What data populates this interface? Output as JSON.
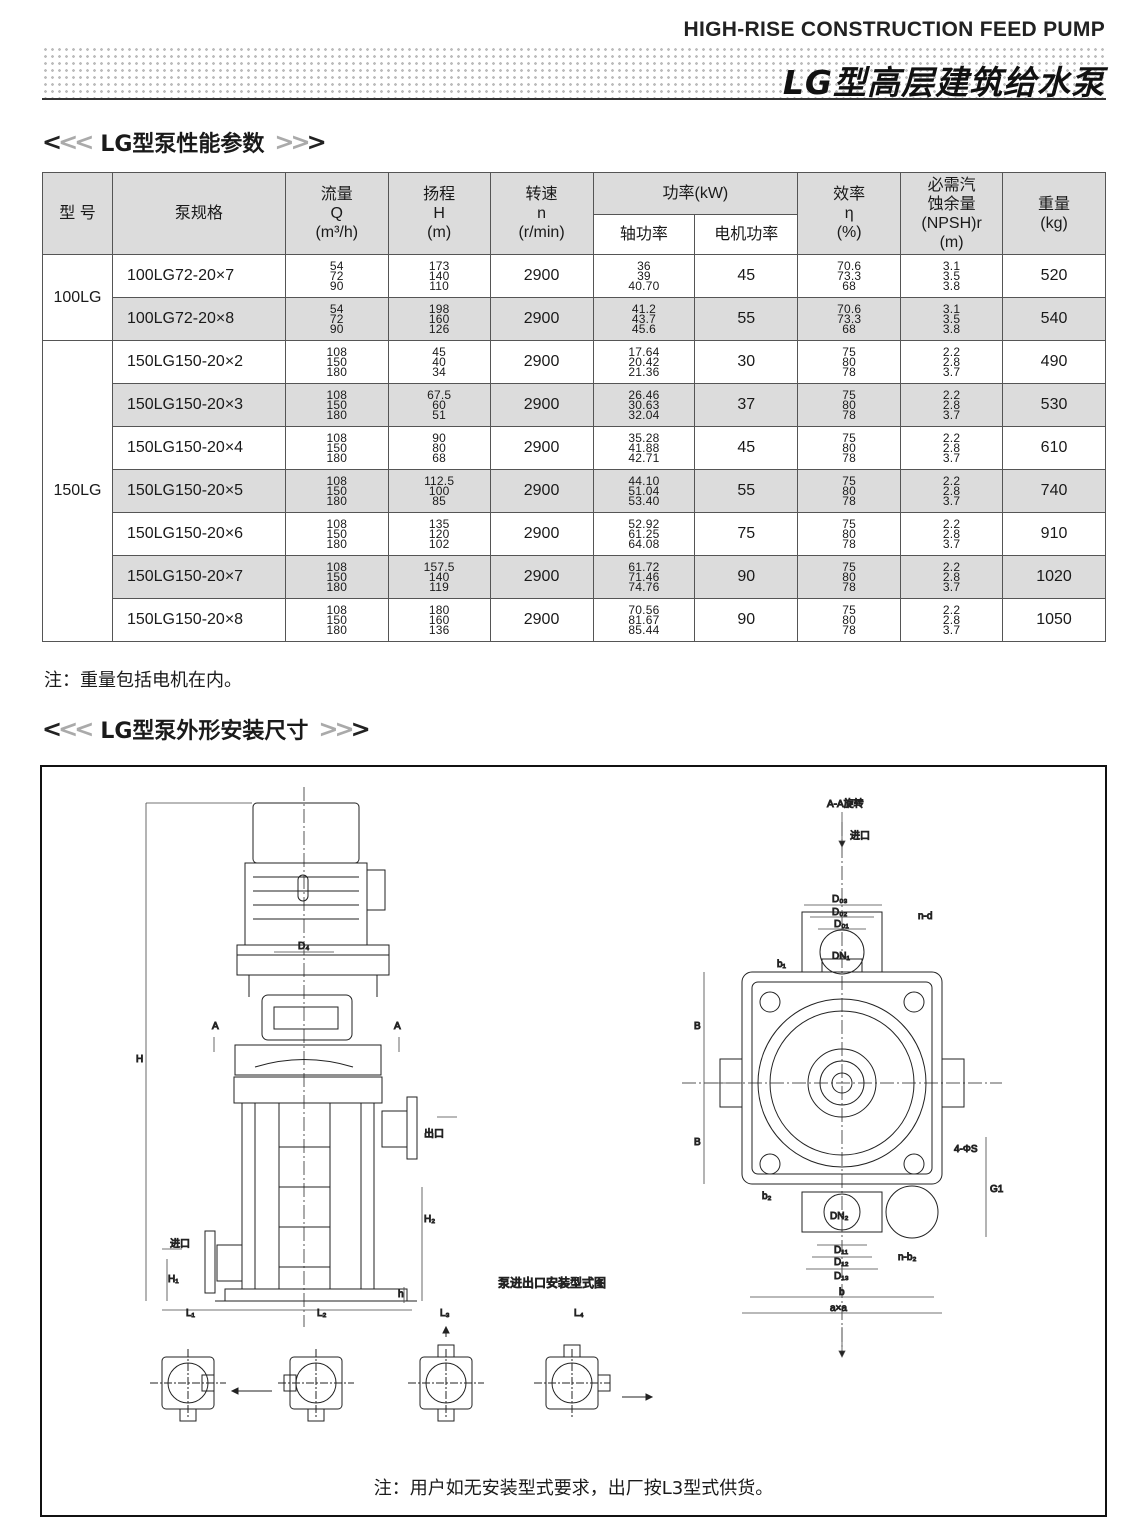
{
  "header": {
    "english_title": "HIGH-RISE CONSTRUCTION FEED PUMP",
    "chinese_title": "LG型高层建筑给水泵"
  },
  "section1": {
    "title": "LG型泵性能参数"
  },
  "table": {
    "headers": {
      "model": "型 号",
      "spec": "泵规格",
      "flow": "流量",
      "flow_sym": "Q",
      "flow_unit": "(m³/h)",
      "head": "扬程",
      "head_sym": "H",
      "head_unit": "(m)",
      "speed": "转速",
      "speed_sym": "n",
      "speed_unit": "(r/min)",
      "power": "功率(kW)",
      "shaft_power": "轴功率",
      "motor_power": "电机功率",
      "eff": "效率",
      "eff_sym": "η",
      "eff_unit": "(%)",
      "npsh_1": "必需汽",
      "npsh_2": "蚀余量",
      "npsh_3": "(NPSH)r",
      "npsh_4": "(m)",
      "weight": "重量",
      "weight_unit": "(kg)"
    },
    "groups": [
      {
        "name": "100LG",
        "rows": [
          {
            "spec": "100LG72-20×7",
            "q": [
              "54",
              "72",
              "90"
            ],
            "h": [
              "173",
              "140",
              "110"
            ],
            "n": "2900",
            "shaft": [
              "36",
              "39",
              "40.70"
            ],
            "motor": "45",
            "eff": [
              "70.6",
              "73.3",
              "68"
            ],
            "npsh": [
              "3.1",
              "3.5",
              "3.8"
            ],
            "w": "520"
          },
          {
            "spec": "100LG72-20×8",
            "q": [
              "54",
              "72",
              "90"
            ],
            "h": [
              "198",
              "160",
              "126"
            ],
            "n": "2900",
            "shaft": [
              "41.2",
              "43.7",
              "45.6"
            ],
            "motor": "55",
            "eff": [
              "70.6",
              "73.3",
              "68"
            ],
            "npsh": [
              "3.1",
              "3.5",
              "3.8"
            ],
            "w": "540"
          }
        ]
      },
      {
        "name": "150LG",
        "rows": [
          {
            "spec": "150LG150-20×2",
            "q": [
              "108",
              "150",
              "180"
            ],
            "h": [
              "45",
              "40",
              "34"
            ],
            "n": "2900",
            "shaft": [
              "17.64",
              "20.42",
              "21.36"
            ],
            "motor": "30",
            "eff": [
              "75",
              "80",
              "78"
            ],
            "npsh": [
              "2.2",
              "2.8",
              "3.7"
            ],
            "w": "490"
          },
          {
            "spec": "150LG150-20×3",
            "q": [
              "108",
              "150",
              "180"
            ],
            "h": [
              "67.5",
              "60",
              "51"
            ],
            "n": "2900",
            "shaft": [
              "26.46",
              "30.63",
              "32.04"
            ],
            "motor": "37",
            "eff": [
              "75",
              "80",
              "78"
            ],
            "npsh": [
              "2.2",
              "2.8",
              "3.7"
            ],
            "w": "530"
          },
          {
            "spec": "150LG150-20×4",
            "q": [
              "108",
              "150",
              "180"
            ],
            "h": [
              "90",
              "80",
              "68"
            ],
            "n": "2900",
            "shaft": [
              "35.28",
              "41.88",
              "42.71"
            ],
            "motor": "45",
            "eff": [
              "75",
              "80",
              "78"
            ],
            "npsh": [
              "2.2",
              "2.8",
              "3.7"
            ],
            "w": "610"
          },
          {
            "spec": "150LG150-20×5",
            "q": [
              "108",
              "150",
              "180"
            ],
            "h": [
              "112.5",
              "100",
              "85"
            ],
            "n": "2900",
            "shaft": [
              "44.10",
              "51.04",
              "53.40"
            ],
            "motor": "55",
            "eff": [
              "75",
              "80",
              "78"
            ],
            "npsh": [
              "2.2",
              "2.8",
              "3.7"
            ],
            "w": "740"
          },
          {
            "spec": "150LG150-20×6",
            "q": [
              "108",
              "150",
              "180"
            ],
            "h": [
              "135",
              "120",
              "102"
            ],
            "n": "2900",
            "shaft": [
              "52.92",
              "61.25",
              "64.08"
            ],
            "motor": "75",
            "eff": [
              "75",
              "80",
              "78"
            ],
            "npsh": [
              "2.2",
              "2.8",
              "3.7"
            ],
            "w": "910"
          },
          {
            "spec": "150LG150-20×7",
            "q": [
              "108",
              "150",
              "180"
            ],
            "h": [
              "157.5",
              "140",
              "119"
            ],
            "n": "2900",
            "shaft": [
              "61.72",
              "71.46",
              "74.76"
            ],
            "motor": "90",
            "eff": [
              "75",
              "80",
              "78"
            ],
            "npsh": [
              "2.2",
              "2.8",
              "3.7"
            ],
            "w": "1020"
          },
          {
            "spec": "150LG150-20×8",
            "q": [
              "108",
              "150",
              "180"
            ],
            "h": [
              "180",
              "160",
              "136"
            ],
            "n": "2900",
            "shaft": [
              "70.56",
              "81.67",
              "85.44"
            ],
            "motor": "90",
            "eff": [
              "75",
              "80",
              "78"
            ],
            "npsh": [
              "2.2",
              "2.8",
              "3.7"
            ],
            "w": "1050"
          }
        ]
      }
    ]
  },
  "note1": "注：重量包括电机在内。",
  "section2": {
    "title": "LG型泵外形安装尺寸"
  },
  "drawing": {
    "labels": {
      "rotation": "A-A旋转",
      "inlet": "进口",
      "outlet": "出口",
      "inlet_left": "进口",
      "install_caption": "泵进出口安装型式图",
      "h": "H",
      "h1": "H₁",
      "h2": "H₂",
      "hh": "h",
      "a_left": "A",
      "a_right": "A",
      "d4": "D₄",
      "l1": "L₁",
      "l2": "L₂",
      "l3": "L₃",
      "l4": "L₄",
      "d03": "D₀₃",
      "d02": "D₀₂",
      "d01": "D₀₁",
      "dn1": "DN₁",
      "nd": "n-d",
      "b1": "b₁",
      "b_top": "B",
      "b_bot": "B",
      "phis": "4-ΦS",
      "g1": "G1",
      "b2": "b₂",
      "dn2": "DN₂",
      "d11": "D₁₁",
      "d12": "D₁₂",
      "d13": "D₁₃",
      "nb2": "n-b₂",
      "b": "b",
      "axa": "a×a"
    }
  },
  "note2": "注：用户如无安装型式要求，出厂按L3型式供货。"
}
